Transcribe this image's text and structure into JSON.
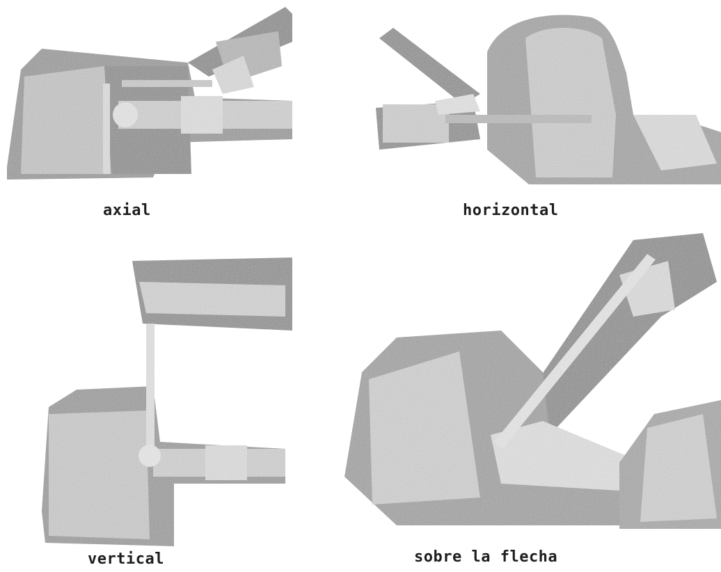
{
  "figure": {
    "panels": [
      {
        "id": "axial",
        "caption": "axial"
      },
      {
        "id": "horizontal",
        "caption": "horizontal"
      },
      {
        "id": "vertical",
        "caption": "vertical"
      },
      {
        "id": "sobre-la-flecha",
        "caption": "sobre la flecha"
      }
    ]
  }
}
